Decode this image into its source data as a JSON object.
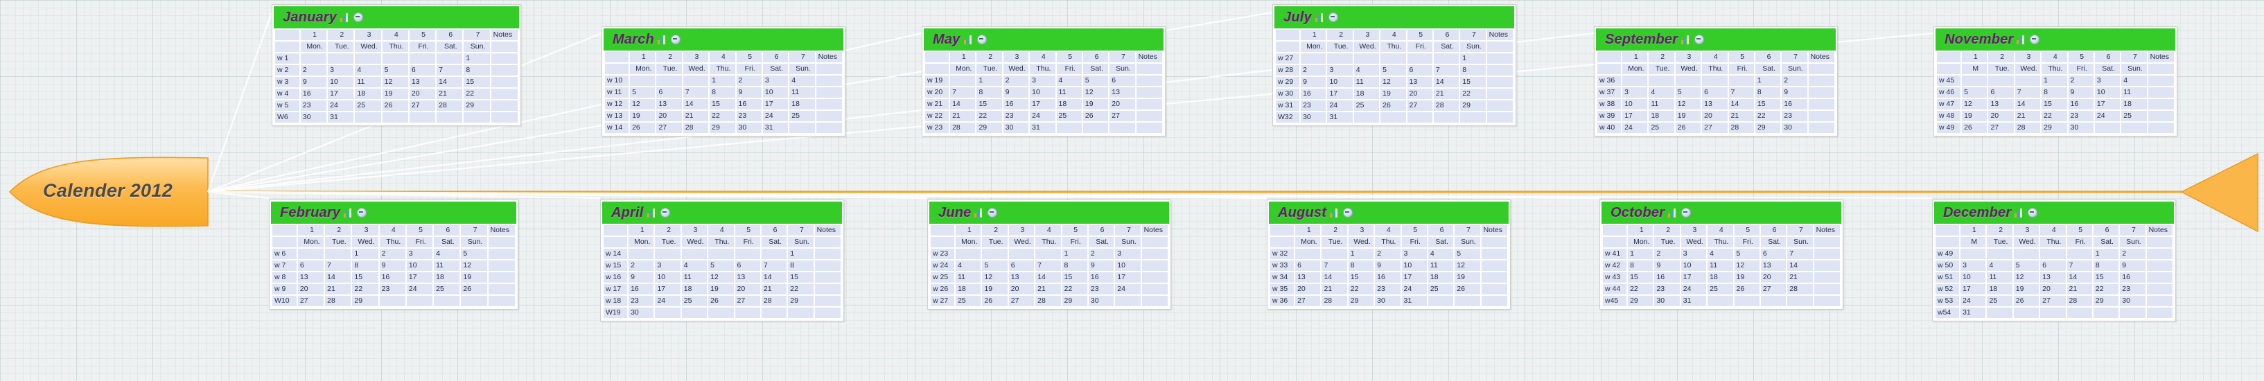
{
  "root": {
    "label": "Calender 2012",
    "accent_color": "#f5a623",
    "text_color": "#4a4a4a"
  },
  "theme": {
    "header_green": "#35cc2a",
    "cell_blue": "#dfe4f5",
    "title_purple": "#6a1a6e",
    "spine_color": "#f5a623",
    "connector_color": "#ffffff"
  },
  "icons": {
    "chart": "chart-icon",
    "collapse": "minus-circle-icon"
  },
  "labels": {
    "notes": "Notes",
    "day_numbers": [
      "1",
      "2",
      "3",
      "4",
      "5",
      "6",
      "7"
    ],
    "day_names": [
      "Mon.",
      "Tue.",
      "Wed.",
      "Thu.",
      "Fri.",
      "Sat.",
      "Sun."
    ],
    "day_names_short_mon": [
      "M",
      "Tue.",
      "Wed.",
      "Thu.",
      "Fri.",
      "Sat.",
      "Sun."
    ]
  },
  "months": [
    {
      "name": "January",
      "row": "top",
      "day_names": [
        "Mon.",
        "Tue.",
        "Wed.",
        "Thu.",
        "Fri.",
        "Sat.",
        "Sun."
      ],
      "weeks": [
        {
          "label": "w 1",
          "green": true,
          "days": [
            "",
            "",
            "",
            "",
            "",
            "",
            "1"
          ]
        },
        {
          "label": "w 2",
          "green": false,
          "days": [
            "2",
            "3",
            "4",
            "5",
            "6",
            "7",
            "8"
          ]
        },
        {
          "label": "w 3",
          "green": true,
          "days": [
            "9",
            "10",
            "11",
            "12",
            "13",
            "14",
            "15"
          ]
        },
        {
          "label": "w 4",
          "green": false,
          "days": [
            "16",
            "17",
            "18",
            "19",
            "20",
            "21",
            "22"
          ]
        },
        {
          "label": "w 5",
          "green": true,
          "days": [
            "23",
            "24",
            "25",
            "26",
            "27",
            "28",
            "29"
          ]
        },
        {
          "label": "W6",
          "green": false,
          "days": [
            "30",
            "31",
            "",
            "",
            "",
            "",
            ""
          ]
        }
      ]
    },
    {
      "name": "February",
      "row": "bottom",
      "day_names": [
        "Mon.",
        "Tue.",
        "Wed.",
        "Thu.",
        "Fri.",
        "Sat.",
        "Sun."
      ],
      "weeks": [
        {
          "label": "w 6",
          "green": true,
          "days": [
            "",
            "",
            "1",
            "2",
            "3",
            "4",
            "5"
          ]
        },
        {
          "label": "w 7",
          "green": false,
          "days": [
            "6",
            "7",
            "8",
            "9",
            "10",
            "11",
            "12"
          ]
        },
        {
          "label": "w 8",
          "green": true,
          "days": [
            "13",
            "14",
            "15",
            "16",
            "17",
            "18",
            "19"
          ]
        },
        {
          "label": "w 9",
          "green": false,
          "days": [
            "20",
            "21",
            "22",
            "23",
            "24",
            "25",
            "26"
          ]
        },
        {
          "label": "W10",
          "green": true,
          "days": [
            "27",
            "28",
            "29",
            "",
            "",
            "",
            ""
          ]
        }
      ]
    },
    {
      "name": "March",
      "row": "top",
      "day_names": [
        "Mon.",
        "Tue.",
        "Wed.",
        "Thu.",
        "Fri.",
        "Sat.",
        "Sun."
      ],
      "weeks": [
        {
          "label": "w 10",
          "green": true,
          "days": [
            "",
            "",
            "",
            "1",
            "2",
            "3",
            "4"
          ]
        },
        {
          "label": "w 11",
          "green": false,
          "days": [
            "5",
            "6",
            "7",
            "8",
            "9",
            "10",
            "11"
          ]
        },
        {
          "label": "w 12",
          "green": true,
          "days": [
            "12",
            "13",
            "14",
            "15",
            "16",
            "17",
            "18"
          ]
        },
        {
          "label": "w 13",
          "green": false,
          "days": [
            "19",
            "20",
            "21",
            "22",
            "23",
            "24",
            "25"
          ]
        },
        {
          "label": "w 14",
          "green": true,
          "days": [
            "26",
            "27",
            "28",
            "29",
            "30",
            "31",
            ""
          ]
        }
      ]
    },
    {
      "name": "April",
      "row": "bottom",
      "day_names": [
        "Mon.",
        "Tue.",
        "Wed.",
        "Thu.",
        "Fri.",
        "Sat.",
        "Sun."
      ],
      "weeks": [
        {
          "label": "w 14",
          "green": true,
          "days": [
            "",
            "",
            "",
            "",
            "",
            "",
            "1"
          ]
        },
        {
          "label": "w 15",
          "green": false,
          "days": [
            "2",
            "3",
            "4",
            "5",
            "6",
            "7",
            "8"
          ]
        },
        {
          "label": "w 16",
          "green": true,
          "days": [
            "9",
            "10",
            "11",
            "12",
            "13",
            "14",
            "15"
          ]
        },
        {
          "label": "w 17",
          "green": false,
          "days": [
            "16",
            "17",
            "18",
            "19",
            "20",
            "21",
            "22"
          ]
        },
        {
          "label": "w 18",
          "green": true,
          "days": [
            "23",
            "24",
            "25",
            "26",
            "27",
            "28",
            "29"
          ]
        },
        {
          "label": "W19",
          "green": false,
          "days": [
            "30",
            "",
            "",
            "",
            "",
            "",
            ""
          ]
        }
      ]
    },
    {
      "name": "May",
      "row": "top",
      "day_names": [
        "Mon.",
        "Tue.",
        "Wed.",
        "Thu.",
        "Fri.",
        "Sat.",
        "Sun."
      ],
      "weeks": [
        {
          "label": "w 19",
          "green": true,
          "days": [
            "",
            "1",
            "2",
            "3",
            "4",
            "5",
            "6"
          ]
        },
        {
          "label": "w 20",
          "green": false,
          "days": [
            "7",
            "8",
            "9",
            "10",
            "11",
            "12",
            "13"
          ]
        },
        {
          "label": "w 21",
          "green": true,
          "days": [
            "14",
            "15",
            "16",
            "17",
            "18",
            "19",
            "20"
          ]
        },
        {
          "label": "w 22",
          "green": false,
          "days": [
            "21",
            "22",
            "23",
            "24",
            "25",
            "26",
            "27"
          ]
        },
        {
          "label": "w 23",
          "green": true,
          "days": [
            "28",
            "29",
            "30",
            "31",
            "",
            "",
            ""
          ]
        }
      ]
    },
    {
      "name": "June",
      "row": "bottom",
      "day_names": [
        "Mon.",
        "Tue.",
        "Wed.",
        "Thu.",
        "Fri.",
        "Sat.",
        "Sun."
      ],
      "weeks": [
        {
          "label": "w 23",
          "green": true,
          "days": [
            "",
            "",
            "",
            "",
            "1",
            "2",
            "3"
          ]
        },
        {
          "label": "w 24",
          "green": false,
          "days": [
            "4",
            "5",
            "6",
            "7",
            "8",
            "9",
            "10"
          ]
        },
        {
          "label": "w 25",
          "green": true,
          "days": [
            "11",
            "12",
            "13",
            "14",
            "15",
            "16",
            "17"
          ]
        },
        {
          "label": "w 26",
          "green": false,
          "days": [
            "18",
            "19",
            "20",
            "21",
            "22",
            "23",
            "24"
          ]
        },
        {
          "label": "w 27",
          "green": true,
          "days": [
            "25",
            "26",
            "27",
            "28",
            "29",
            "30",
            ""
          ]
        }
      ]
    },
    {
      "name": "July",
      "row": "top",
      "day_names": [
        "Mon.",
        "Tue.",
        "Wed.",
        "Thu.",
        "Fri.",
        "Sat.",
        "Sun."
      ],
      "weeks": [
        {
          "label": "w 27",
          "green": true,
          "days": [
            "",
            "",
            "",
            "",
            "",
            "",
            "1"
          ]
        },
        {
          "label": "w 28",
          "green": false,
          "days": [
            "2",
            "3",
            "4",
            "5",
            "6",
            "7",
            "8"
          ]
        },
        {
          "label": "w 29",
          "green": true,
          "days": [
            "9",
            "10",
            "11",
            "12",
            "13",
            "14",
            "15"
          ]
        },
        {
          "label": "w 30",
          "green": false,
          "days": [
            "16",
            "17",
            "18",
            "19",
            "20",
            "21",
            "22"
          ]
        },
        {
          "label": "w 31",
          "green": true,
          "days": [
            "23",
            "24",
            "25",
            "26",
            "27",
            "28",
            "29"
          ]
        },
        {
          "label": "W32",
          "green": false,
          "days": [
            "30",
            "31",
            "",
            "",
            "",
            "",
            ""
          ]
        }
      ]
    },
    {
      "name": "August",
      "row": "bottom",
      "day_names": [
        "Mon.",
        "Tue.",
        "Wed.",
        "Thu.",
        "Fri.",
        "Sat.",
        "Sun."
      ],
      "weeks": [
        {
          "label": "w 32",
          "green": true,
          "days": [
            "",
            "",
            "1",
            "2",
            "3",
            "4",
            "5"
          ]
        },
        {
          "label": "w 33",
          "green": false,
          "days": [
            "6",
            "7",
            "8",
            "9",
            "10",
            "11",
            "12"
          ]
        },
        {
          "label": "w 34",
          "green": true,
          "days": [
            "13",
            "14",
            "15",
            "16",
            "17",
            "18",
            "19"
          ]
        },
        {
          "label": "w 35",
          "green": false,
          "days": [
            "20",
            "21",
            "22",
            "23",
            "24",
            "25",
            "26"
          ]
        },
        {
          "label": "w 36",
          "green": true,
          "days": [
            "27",
            "28",
            "29",
            "30",
            "31",
            "",
            ""
          ]
        }
      ]
    },
    {
      "name": "September",
      "row": "top",
      "day_names": [
        "Mon.",
        "Tue.",
        "Wed.",
        "Thu.",
        "Fri.",
        "Sat.",
        "Sun."
      ],
      "weeks": [
        {
          "label": "w 36",
          "green": true,
          "days": [
            "",
            "",
            "",
            "",
            "",
            "1",
            "2"
          ]
        },
        {
          "label": "w 37",
          "green": false,
          "days": [
            "3",
            "4",
            "5",
            "6",
            "7",
            "8",
            "9"
          ]
        },
        {
          "label": "w 38",
          "green": true,
          "days": [
            "10",
            "11",
            "12",
            "13",
            "14",
            "15",
            "16"
          ]
        },
        {
          "label": "w 39",
          "green": false,
          "days": [
            "17",
            "18",
            "19",
            "20",
            "21",
            "22",
            "23"
          ]
        },
        {
          "label": "w 40",
          "green": true,
          "days": [
            "24",
            "25",
            "26",
            "27",
            "28",
            "29",
            "30"
          ]
        }
      ]
    },
    {
      "name": "October",
      "row": "bottom",
      "day_names": [
        "Mon.",
        "Tue.",
        "Wed.",
        "Thu.",
        "Fri.",
        "Sat.",
        "Sun."
      ],
      "weeks": [
        {
          "label": "w 41",
          "green": true,
          "days": [
            "1",
            "2",
            "3",
            "4",
            "5",
            "6",
            "7"
          ]
        },
        {
          "label": "w 42",
          "green": false,
          "days": [
            "8",
            "9",
            "10",
            "11",
            "12",
            "13",
            "14"
          ]
        },
        {
          "label": "w 43",
          "green": true,
          "days": [
            "15",
            "16",
            "17",
            "18",
            "19",
            "20",
            "21"
          ]
        },
        {
          "label": "w 44",
          "green": false,
          "days": [
            "22",
            "23",
            "24",
            "25",
            "26",
            "27",
            "28"
          ]
        },
        {
          "label": "w45",
          "green": true,
          "days": [
            "29",
            "30",
            "31",
            "",
            "",
            "",
            ""
          ]
        }
      ]
    },
    {
      "name": "November",
      "row": "top",
      "day_names": [
        "M",
        "Tue.",
        "Wed.",
        "Thu.",
        "Fri.",
        "Sat.",
        "Sun."
      ],
      "weeks": [
        {
          "label": "w 45",
          "green": true,
          "days": [
            "",
            "",
            "",
            "1",
            "2",
            "3",
            "4"
          ]
        },
        {
          "label": "w 46",
          "green": false,
          "days": [
            "5",
            "6",
            "7",
            "8",
            "9",
            "10",
            "11"
          ]
        },
        {
          "label": "w 47",
          "green": true,
          "days": [
            "12",
            "13",
            "14",
            "15",
            "16",
            "17",
            "18"
          ]
        },
        {
          "label": "w 48",
          "green": false,
          "days": [
            "19",
            "20",
            "21",
            "22",
            "23",
            "24",
            "25"
          ]
        },
        {
          "label": "w 49",
          "green": true,
          "days": [
            "26",
            "27",
            "28",
            "29",
            "30",
            "",
            ""
          ]
        }
      ]
    },
    {
      "name": "December",
      "row": "bottom",
      "day_names": [
        "M",
        "Tue.",
        "Wed.",
        "Thu.",
        "Fri.",
        "Sat.",
        "Sun."
      ],
      "weeks": [
        {
          "label": "w 49",
          "green": true,
          "days": [
            "",
            "",
            "",
            "",
            "",
            "1",
            "2"
          ]
        },
        {
          "label": "w 50",
          "green": false,
          "days": [
            "3",
            "4",
            "5",
            "6",
            "7",
            "8",
            "9"
          ]
        },
        {
          "label": "w 51",
          "green": true,
          "days": [
            "10",
            "11",
            "12",
            "13",
            "14",
            "15",
            "16"
          ]
        },
        {
          "label": "w 52",
          "green": false,
          "days": [
            "17",
            "18",
            "19",
            "20",
            "21",
            "22",
            "23"
          ]
        },
        {
          "label": "w 53",
          "green": true,
          "days": [
            "24",
            "25",
            "26",
            "27",
            "28",
            "29",
            "30"
          ]
        },
        {
          "label": "w54",
          "green": false,
          "days": [
            "31",
            "",
            "",
            "",
            "",
            "",
            ""
          ]
        }
      ]
    }
  ]
}
